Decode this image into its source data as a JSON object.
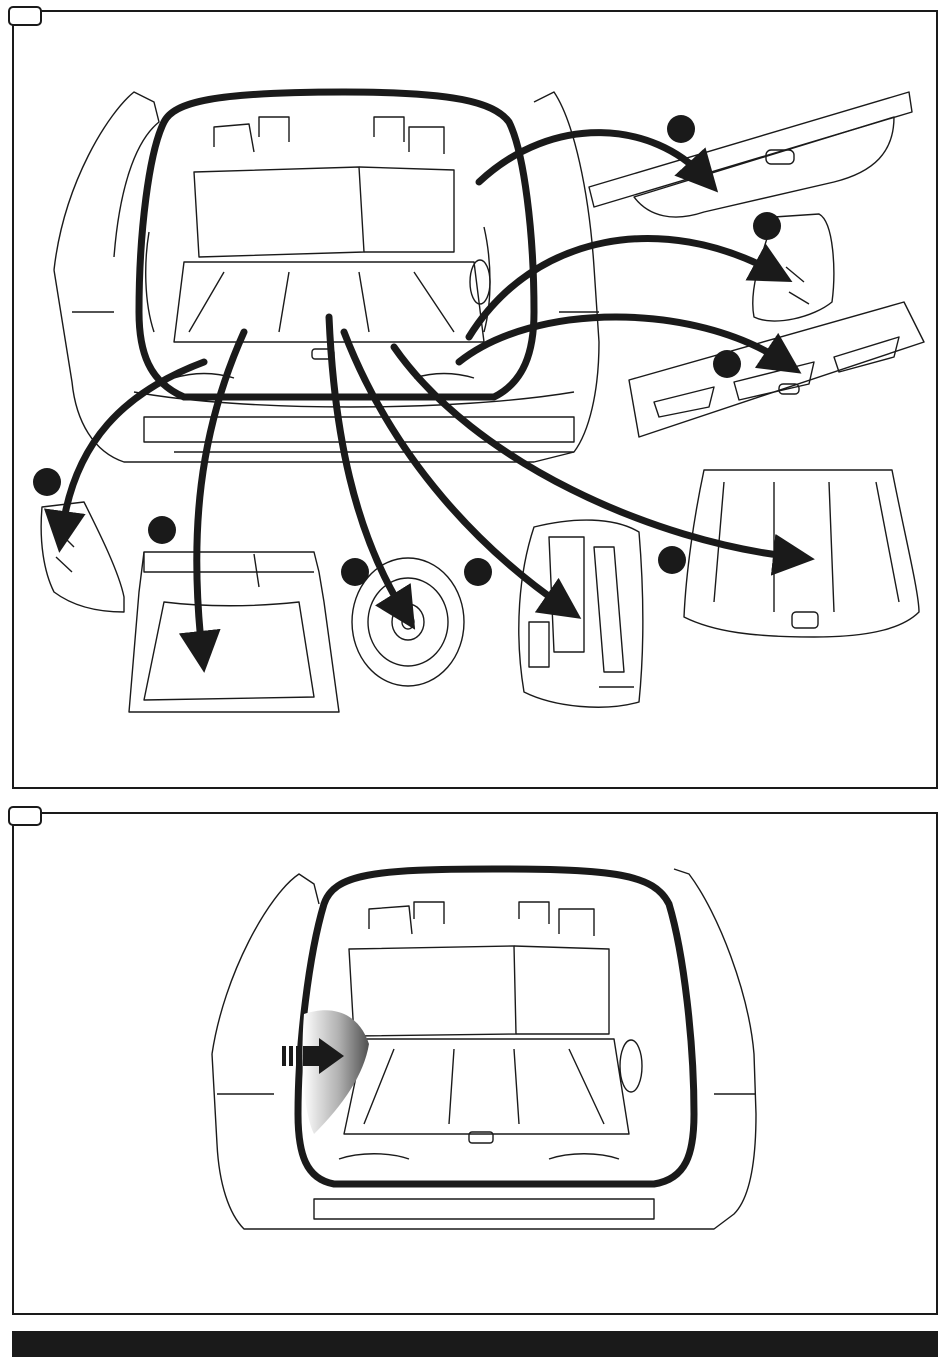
{
  "figure": {
    "panels": [
      {
        "id": "panel-1",
        "tab_label": "",
        "description_hidden": true
      },
      {
        "id": "panel-2",
        "tab_label": "",
        "description_hidden": true
      }
    ],
    "removed_parts": [
      {
        "name": "luggage-cover",
        "step_marker": ""
      },
      {
        "name": "right-side-trim-panel",
        "step_marker": ""
      },
      {
        "name": "rear-sill-trim",
        "step_marker": ""
      },
      {
        "name": "left-side-trim-panel",
        "step_marker": ""
      },
      {
        "name": "storage-tray",
        "step_marker": ""
      },
      {
        "name": "spare-wheel",
        "step_marker": ""
      },
      {
        "name": "jack-tool-kit",
        "step_marker": ""
      },
      {
        "name": "load-floor-cover",
        "step_marker": ""
      }
    ],
    "colors": {
      "ink": "#1a1a1a",
      "paper": "#ffffff",
      "shade": "#9a9a9a"
    }
  }
}
